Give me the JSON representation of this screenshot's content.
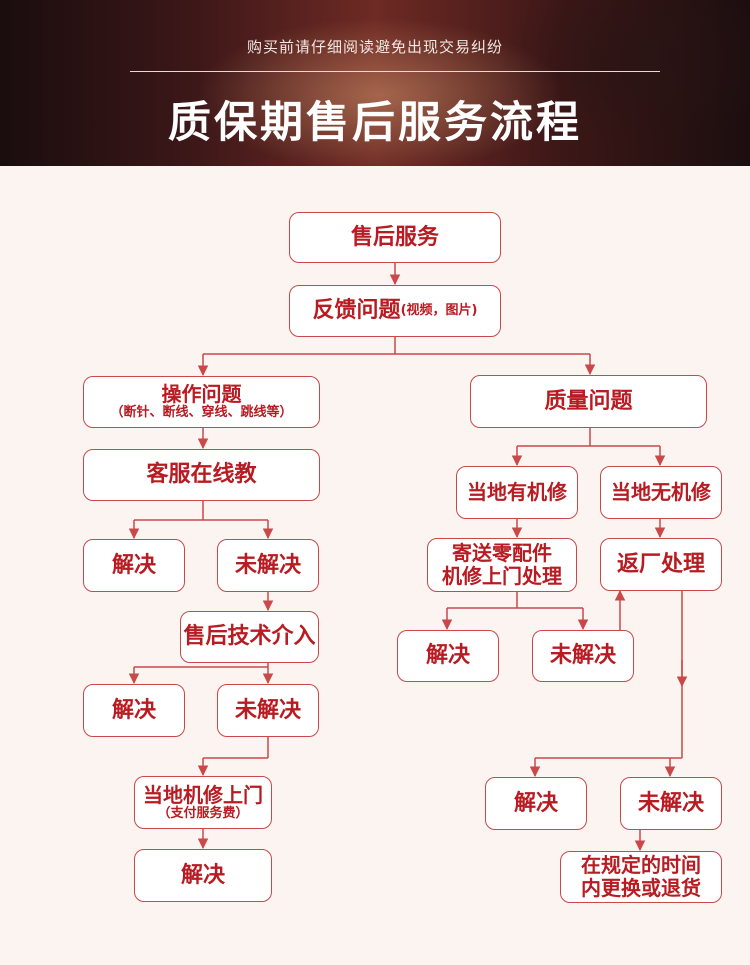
{
  "header": {
    "subtitle": "购买前请仔细阅读避免出现交易纠纷",
    "title": "质保期售后服务流程"
  },
  "flow": {
    "after_sales": "售后服务",
    "feedback": {
      "main": "反馈问题",
      "note": "(视频，图片)"
    },
    "operation_issue": {
      "main": "操作问题",
      "note": "（断针、断线、穿线、跳线等）"
    },
    "online_teaching": "客服在线教",
    "left_resolved_1": "解决",
    "left_unresolved_1": "未解决",
    "tech_intervention": "售后技术介入",
    "left_resolved_2": "解决",
    "left_unresolved_2": "未解决",
    "local_repair_visit": {
      "main": "当地机修上门",
      "note": "（支付服务费）"
    },
    "left_resolved_3": "解决",
    "quality_issue": "质量问题",
    "local_has_repair": "当地有机修",
    "local_no_repair": "当地无机修",
    "send_parts": {
      "line1": "寄送零配件",
      "line2": "机修上门处理"
    },
    "return_factory": "返厂处理",
    "right_resolved_1": "解决",
    "right_unresolved_1": "未解决",
    "right_resolved_2": "解决",
    "right_unresolved_2": "未解决",
    "replace_return": {
      "line1": "在规定的时间",
      "line2": "内更换或退货"
    }
  },
  "colors": {
    "accent": "#b81c22",
    "line": "#c9484a",
    "background": "#fcf4f0"
  }
}
